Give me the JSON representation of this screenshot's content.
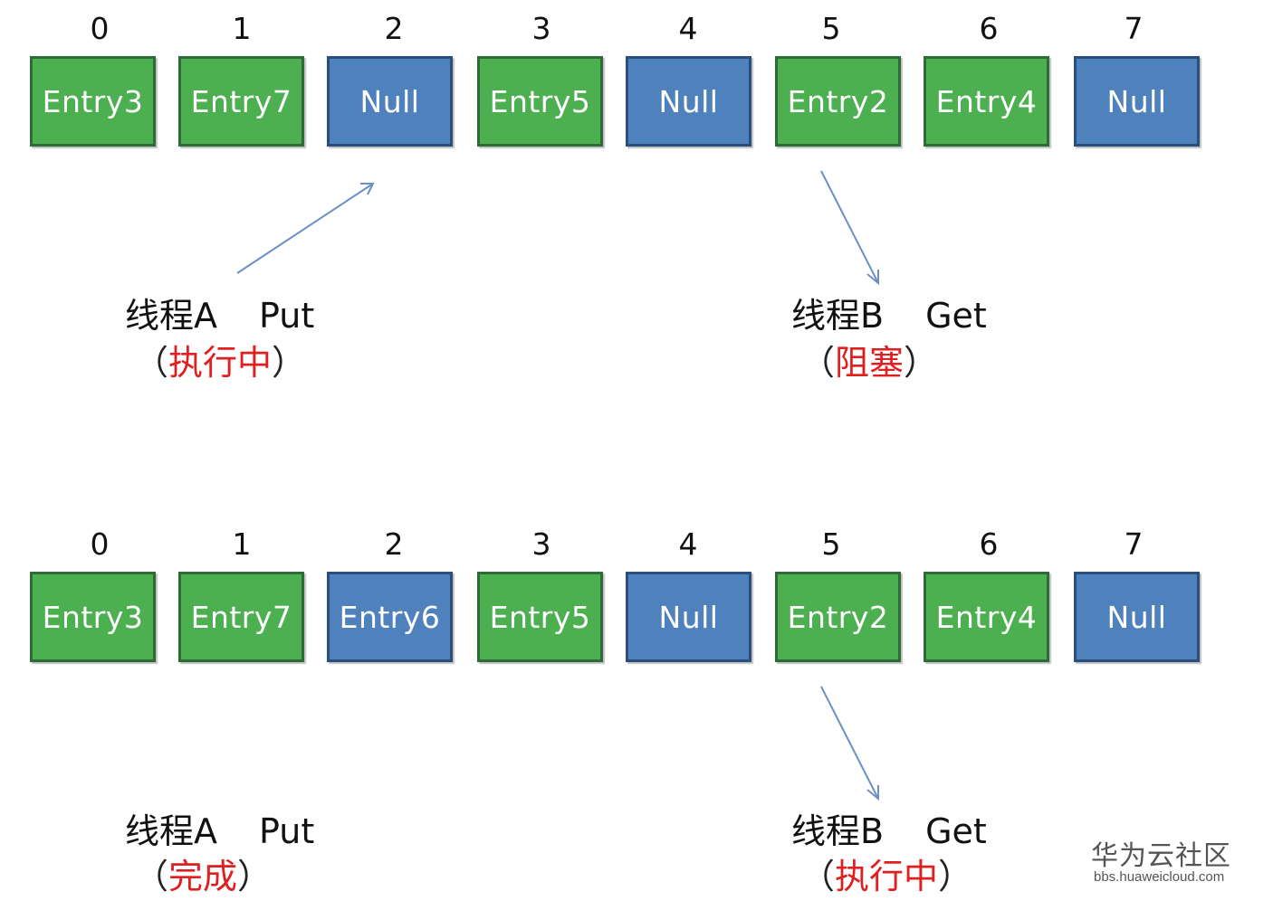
{
  "top": {
    "indices": [
      "0",
      "1",
      "2",
      "3",
      "4",
      "5",
      "6",
      "7"
    ],
    "cells": [
      {
        "label": "Entry3",
        "kind": "entry"
      },
      {
        "label": "Entry7",
        "kind": "entry"
      },
      {
        "label": "Null",
        "kind": "null"
      },
      {
        "label": "Entry5",
        "kind": "entry"
      },
      {
        "label": "Null",
        "kind": "null"
      },
      {
        "label": "Entry2",
        "kind": "entry"
      },
      {
        "label": "Entry4",
        "kind": "entry"
      },
      {
        "label": "Null",
        "kind": "null"
      }
    ],
    "thread_a": {
      "name": "线程A",
      "op": "Put",
      "paren_open": "（",
      "status": "执行中",
      "paren_close": "）"
    },
    "thread_b": {
      "name": "线程B",
      "op": "Get",
      "paren_open": "（",
      "status": "阻塞",
      "paren_close": "）"
    }
  },
  "bottom": {
    "indices": [
      "0",
      "1",
      "2",
      "3",
      "4",
      "5",
      "6",
      "7"
    ],
    "cells": [
      {
        "label": "Entry3",
        "kind": "entry"
      },
      {
        "label": "Entry7",
        "kind": "entry"
      },
      {
        "label": "Entry6",
        "kind": "null"
      },
      {
        "label": "Entry5",
        "kind": "entry"
      },
      {
        "label": "Null",
        "kind": "null"
      },
      {
        "label": "Entry2",
        "kind": "entry"
      },
      {
        "label": "Entry4",
        "kind": "entry"
      },
      {
        "label": "Null",
        "kind": "null"
      }
    ],
    "thread_a": {
      "name": "线程A",
      "op": "Put",
      "paren_open": "（",
      "status": "完成",
      "paren_close": "）"
    },
    "thread_b": {
      "name": "线程B",
      "op": "Get",
      "paren_open": "（",
      "status": "执行中",
      "paren_close": "）"
    }
  },
  "colors": {
    "entry_fill": "#4caf50",
    "entry_border": "#2f6b38",
    "null_fill": "#4f81bd",
    "null_border": "#2a4f7d",
    "arrow": "#6d8fc4",
    "status_text": "#e02020"
  },
  "watermark": {
    "title": "华为云社区",
    "url": "bbs.huaweicloud.com"
  }
}
